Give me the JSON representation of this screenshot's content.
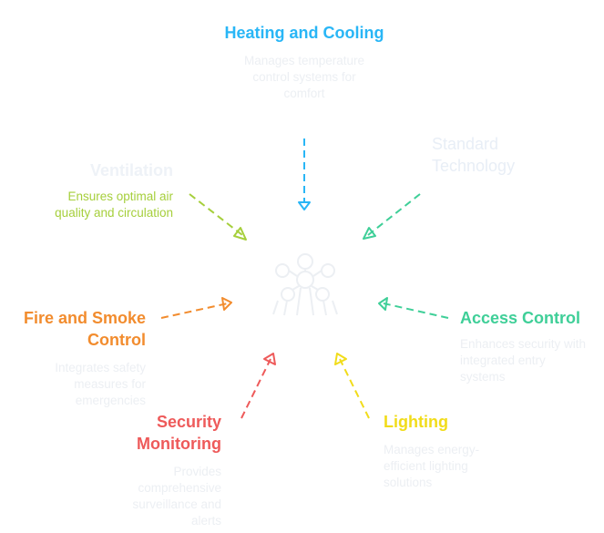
{
  "colors": {
    "heating": "#29b6f6",
    "ventilation_title": "#eef2f7",
    "ventilation_desc": "#a6cf3c",
    "ventilation_arrow": "#a6cf3c",
    "standard": "#e8eef6",
    "standard_arrow": "#3fcf98",
    "access": "#3fcf98",
    "fire": "#f28c2e",
    "security": "#ee5a5a",
    "lighting": "#f1dc1a",
    "faded_desc": "#eceff3",
    "hub": "#eceff3"
  },
  "hub": {
    "icon": "molecule-icon"
  },
  "nodes": {
    "heating": {
      "title": "Heating and Cooling",
      "desc": "Manages temperature control systems for comfort"
    },
    "standard": {
      "title": "Standard Technology"
    },
    "ventilation": {
      "title": "Ventilation",
      "desc": "Ensures optimal air quality and circulation"
    },
    "access": {
      "title": "Access Control",
      "desc": "Enhances security with integrated entry systems"
    },
    "fire": {
      "title": "Fire and Smoke Control",
      "desc": "Integrates safety measures for emergencies"
    },
    "security": {
      "title": "Security Monitoring",
      "desc": "Provides comprehensive surveillance and alerts"
    },
    "lighting": {
      "title": "Lighting",
      "desc": "Manages energy-efficient lighting solutions"
    }
  }
}
